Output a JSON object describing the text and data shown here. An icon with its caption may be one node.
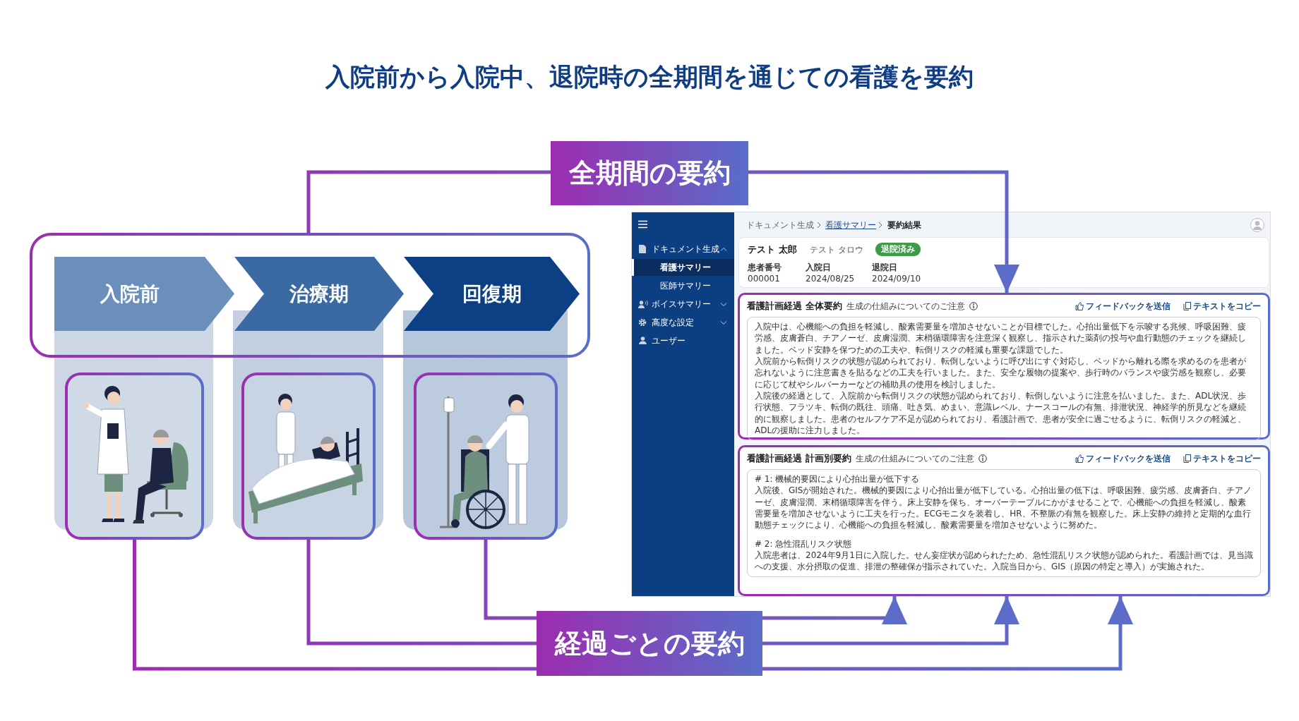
{
  "diagram": {
    "title": "入院前から入院中、退院時の全期間を通じての看護を要約",
    "nodes": [
      {
        "text": [],
        "shape": "box"
      },
      {
        "text": [
          "入院前"
        ],
        "in": 0
      },
      {
        "text": [
          "治療期"
        ],
        "in": 0
      },
      {
        "text": [
          "回復期"
        ],
        "in": 0
      },
      {
        "text": [
          "全期間の要約"
        ]
      },
      {
        "text": [],
        "shape": "picture"
      },
      {
        "text": [],
        "shape": "picture"
      },
      {
        "text": [],
        "shape": "picture"
      },
      {
        "text": [
          "経過ごとの要約"
        ]
      },
      {
        "text": [],
        "shape": "box"
      },
      {
        "text": [
          "看護計画経過 全体要約",
          "生成の仕組みについてのご注意",
          "フィードバックを送信",
          "テキストをコピー",
          "入院中は、心機能への負担を軽減し、酸素需要量を増加させないことが目標でした。心拍出量低下を示唆する兆候、呼吸困難、疲労感、皮膚蒼白、チアノーゼ、皮膚湿潤、末梢循環障害を注意深く観察し、指示された薬剤の投与や血行動態のチェックを継続しました。ベッド安静を保つための工夫や、転倒リスクの軽減も重要な課題でした。",
          "入院前から転倒リスクの状態が認められており、転倒しないように呼び出にすぐ対応し、ベッドから離れる際を求めるのを患者が忘れないように注意書きを貼るなどの工夫を行いました。また、安全な履物の提案や、歩行時のバランスや疲労感を観察し、必要に応じて杖やシルバーカーなどの補助具の使用を検討しました。",
          "入院後の経過として、入院前から転倒リスクの状態が認められており、転倒しないように注意を払いました。また、ADL状況、歩行状態、フラツキ、転倒の既往、頭痛、吐き気、めまい、意識レベル、ナースコールの有無、排泄状況、神経学的所見などを継続的に観察しました。患者のセルフケア不足が認められており、看護計画で、患者が安全に過ごせるように、転倒リスクの軽減と、ADLの援助に注力しました。"
        ],
        "in": 9
      },
      {
        "text": [
          "看護計画経過 計画別要約",
          "生成の仕組みについてのご注意",
          "フィードバックを送信",
          "テキストをコピー",
          "# 1: 機械的要因により心拍出量が低下する",
          "入院後、GISが開始された。機械的要因により心拍出量が低下している。心拍出量の低下は、呼吸困難、疲労感、皮膚蒼白、チアノーゼ、皮膚湿潤、末梢循環障害を伴う。床上安静を保ち、オーバーテーブルにかがませることで、心機能への負担を軽減し、酸素需要量を増加させないように工夫を行った。ECGモニタを装着し、HR、不整脈の有無を観察した。床上安静の維持と定期的な血行動態チェックにより、心機能への負担を軽減し、酸素需要量を増加させないように努めた。",
          "# 2: 急性混乱リスク状態",
          "入院患者は、2024年9月1日に入院した。せん妄症状が認められたため、急性混乱リスク状態が認められた。看護計画では、見当識への支援、水分摂取の促進、排泄の整確保が指示されていた。入院当日から、GIS（原因の特定と導入）が実施された。"
        ],
        "in": 9
      }
    ],
    "edges": [
      {
        "from": 0,
        "to": 4,
        "arrow": "none"
      },
      {
        "from": 4,
        "to": 10,
        "arrow": "to"
      },
      {
        "from": 5,
        "to": 8,
        "arrow": "none"
      },
      {
        "from": 6,
        "to": 8,
        "arrow": "none"
      },
      {
        "from": 7,
        "to": 8,
        "arrow": "none"
      },
      {
        "from": 8,
        "to": 11,
        "arrow": "to"
      },
      {
        "from": 8,
        "to": 11,
        "arrow": "to"
      },
      {
        "from": 8,
        "to": 11,
        "arrow": "to"
      }
    ],
    "labels": [
      "ドキュメント生成",
      "看護サマリー",
      "医師サマリー",
      "ボイスサマリー",
      "高度な設定",
      "ユーザー",
      "ドキュメント生成",
      "看護サマリー",
      "要約結果",
      "テスト 太郎",
      "テスト タロウ",
      "退院済み",
      "患者番号",
      "入院日",
      "退院日",
      "000001",
      "2024/08/25",
      "2024/09/10"
    ]
  }
}
